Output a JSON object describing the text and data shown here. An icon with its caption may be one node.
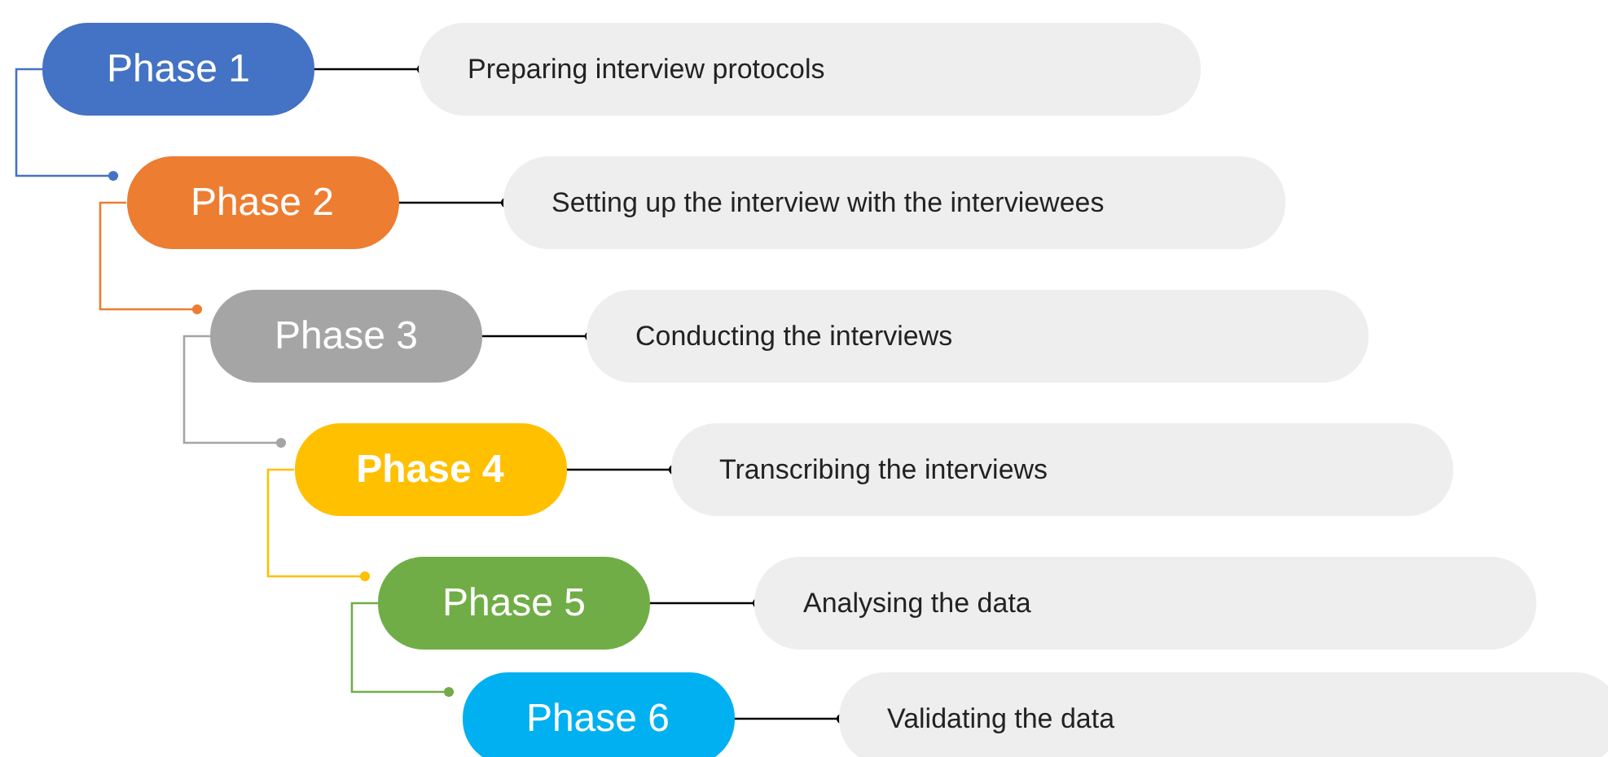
{
  "diagram": {
    "nodes": [
      {
        "text": [
          "Phase 1"
        ]
      },
      {
        "text": [
          "Preparing interview protocols"
        ]
      },
      {
        "text": [
          "Phase 2"
        ]
      },
      {
        "text": [
          "Setting up the interview with the interviewees"
        ]
      },
      {
        "text": [
          "Phase 3"
        ]
      },
      {
        "text": [
          "Conducting the interviews"
        ]
      },
      {
        "text": [
          "Phase 4"
        ]
      },
      {
        "text": [
          "Transcribing the interviews"
        ]
      },
      {
        "text": [
          "Phase 5"
        ]
      },
      {
        "text": [
          "Analysing the data"
        ]
      },
      {
        "text": [
          "Phase 6"
        ]
      },
      {
        "text": [
          "Validating the data"
        ]
      }
    ],
    "edges": [
      {
        "from": 0,
        "to": 1,
        "arrow": "other"
      },
      {
        "from": 0,
        "to": 2,
        "arrow": "other",
        "color": "#4472c4"
      },
      {
        "from": 2,
        "to": 3,
        "arrow": "other"
      },
      {
        "from": 2,
        "to": 4,
        "arrow": "other",
        "color": "#ed7d31"
      },
      {
        "from": 4,
        "to": 5,
        "arrow": "other"
      },
      {
        "from": 4,
        "to": 6,
        "arrow": "other",
        "color": "#a5a5a5"
      },
      {
        "from": 6,
        "to": 7,
        "arrow": "other"
      },
      {
        "from": 6,
        "to": 8,
        "arrow": "other",
        "color": "#ffc000"
      },
      {
        "from": 8,
        "to": 9,
        "arrow": "other"
      },
      {
        "from": 8,
        "to": 10,
        "arrow": "other",
        "color": "#70ad47"
      },
      {
        "from": 10,
        "to": 11,
        "arrow": "other"
      }
    ]
  }
}
